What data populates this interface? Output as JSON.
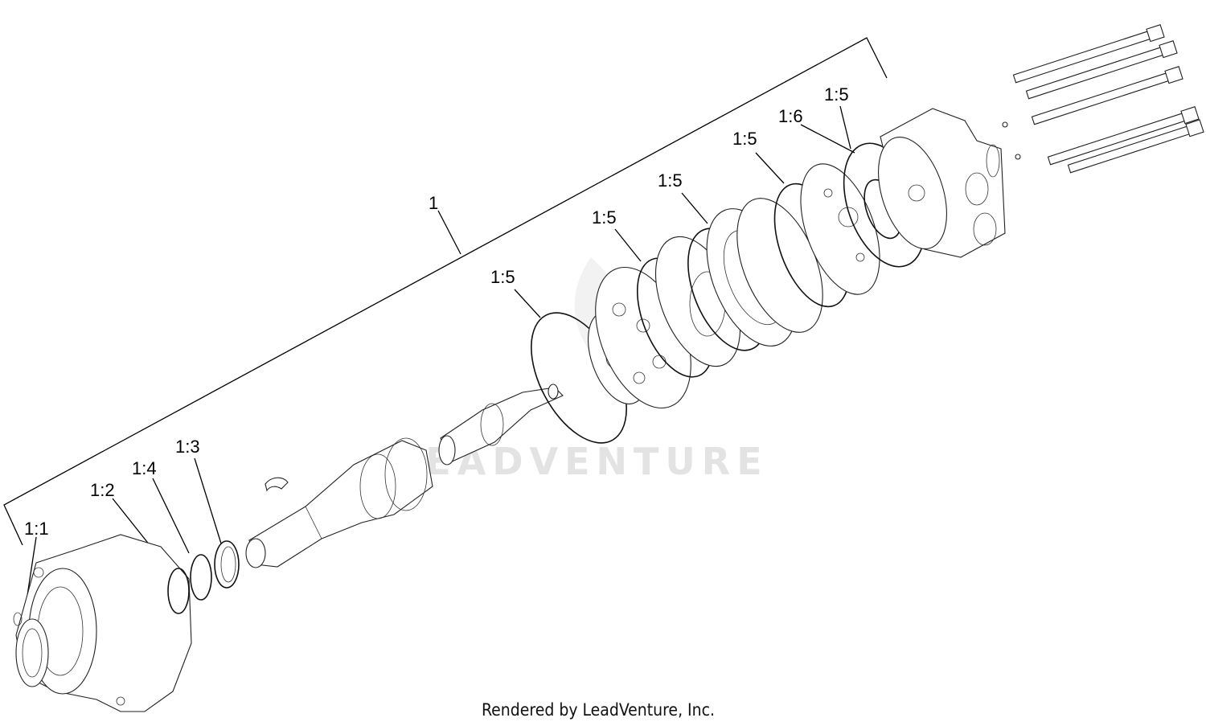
{
  "watermark": "LEADVENTURE",
  "footer": "Rendered by LeadVenture, Inc.",
  "callouts": [
    {
      "id": "assembly",
      "label": "1"
    },
    {
      "id": "c1-1",
      "label": "1:1"
    },
    {
      "id": "c1-2",
      "label": "1:2"
    },
    {
      "id": "c1-4",
      "label": "1:4"
    },
    {
      "id": "c1-3",
      "label": "1:3"
    },
    {
      "id": "c1-5a",
      "label": "1:5"
    },
    {
      "id": "c1-5b",
      "label": "1:5"
    },
    {
      "id": "c1-5c",
      "label": "1:5"
    },
    {
      "id": "c1-5d",
      "label": "1:5"
    },
    {
      "id": "c1-6",
      "label": "1:6"
    },
    {
      "id": "c1-5e",
      "label": "1:5"
    }
  ]
}
